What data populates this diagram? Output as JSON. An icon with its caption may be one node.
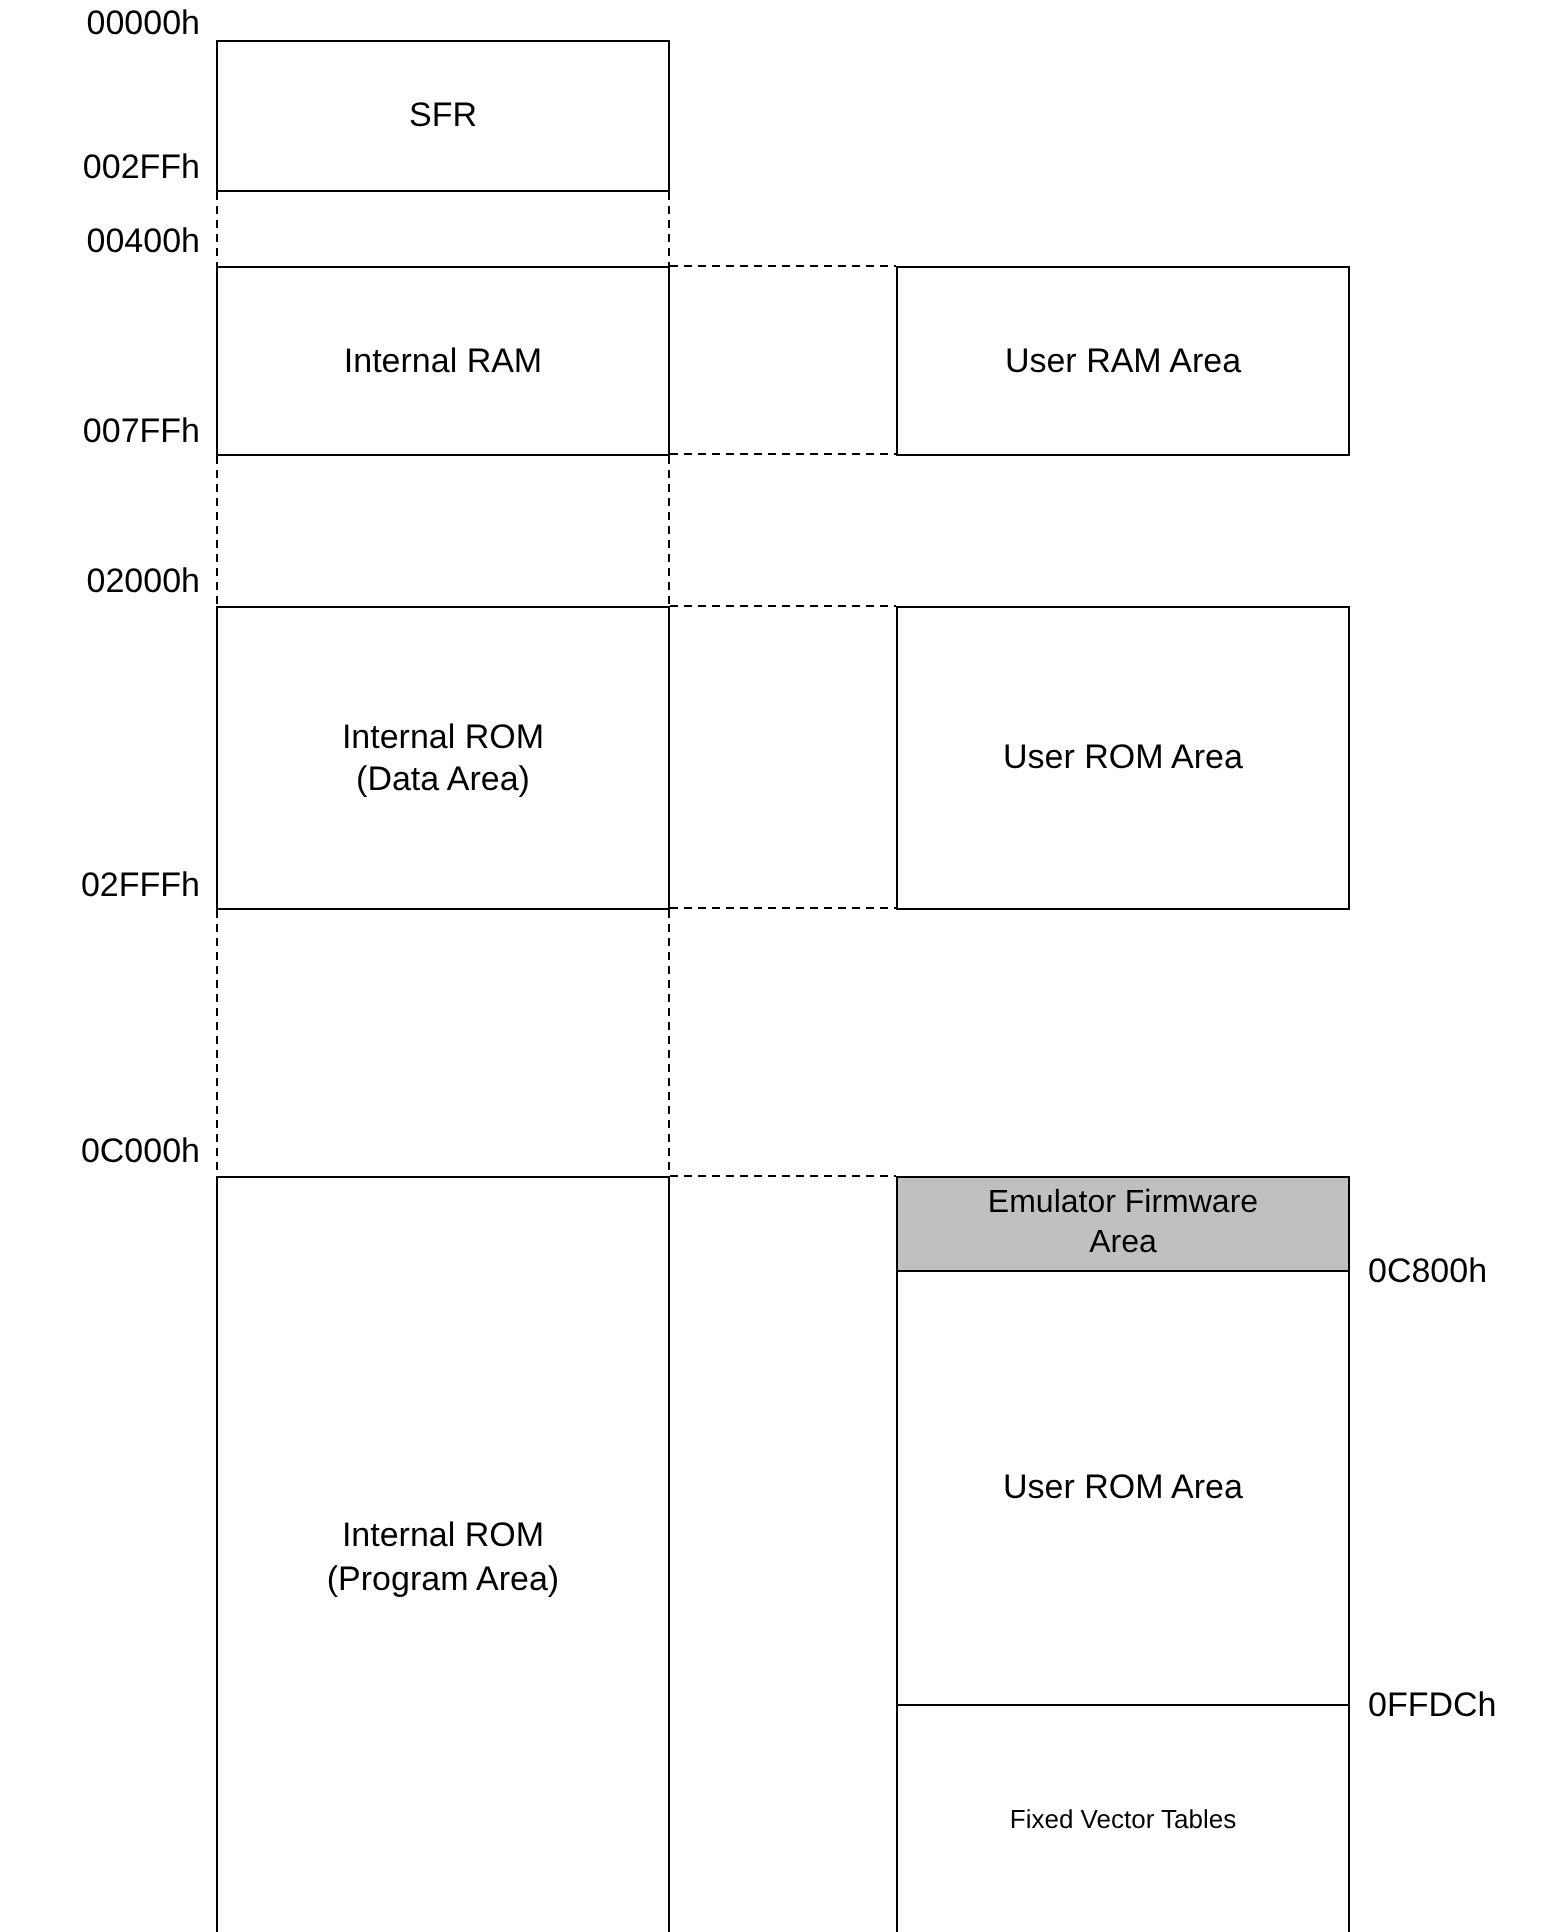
{
  "diagram": {
    "nodes": [
      {
        "text": [
          "SFR"
        ]
      },
      {
        "text": [
          "Internal RAM"
        ]
      },
      {
        "text": [
          "User RAM Area"
        ]
      },
      {
        "text": [
          "Internal ROM (Data Area)"
        ]
      },
      {
        "text": [
          "User ROM Area"
        ]
      },
      {
        "text": [
          "Internal ROM (Program Area)"
        ]
      },
      {
        "text": [
          "Emulator Firmware Area"
        ]
      },
      {
        "text": [
          "User ROM Area"
        ]
      },
      {
        "text": [
          "Fixed Vector Tables"
        ]
      }
    ],
    "edges": [
      {
        "from": 1,
        "to": 2,
        "arrow": "none",
        "style": "dashed"
      },
      {
        "from": 3,
        "to": 4,
        "arrow": "none",
        "style": "dashed"
      },
      {
        "from": 5,
        "to": 6,
        "arrow": "none",
        "style": "dashed"
      },
      {
        "from": 0,
        "to": 1,
        "arrow": "none",
        "style": "dashed"
      },
      {
        "from": 1,
        "to": 3,
        "arrow": "none",
        "style": "dashed"
      },
      {
        "from": 3,
        "to": 5,
        "arrow": "none",
        "style": "dashed"
      }
    ],
    "labels": [
      "00000h",
      "002FFh",
      "00400h",
      "007FFh",
      "02000h",
      "02FFFh",
      "0C000h",
      "0C800h",
      "0FFDCh"
    ]
  }
}
